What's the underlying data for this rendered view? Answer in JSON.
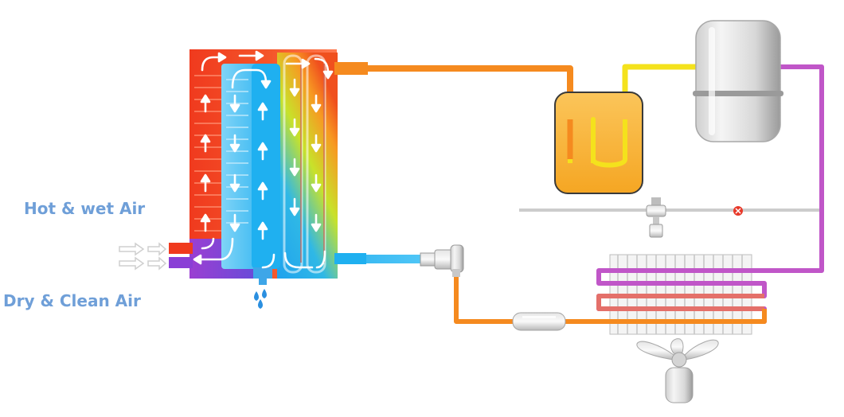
{
  "labels": {
    "hot_wet_air": "Hot & wet Air",
    "dry_clean_air": "Dry & Clean Air"
  },
  "colors": {
    "label_text": "#6f9fd8",
    "hot": "#f03a1e",
    "hot_pipe": "#f58a1f",
    "cold": "#1fb0f0",
    "dry_air": "#8a3fd6",
    "yellow_pipe": "#f4e21c",
    "purple_pipe": "#c056c8",
    "return_pipe": "#c8c8c8",
    "tank_fill": "#f9b233",
    "tank_stroke": "#333333",
    "silver": "#d7d7d7",
    "indicator": "#e8392a"
  },
  "components": [
    {
      "name": "heat-exchanger",
      "icon": "air-to-air-heat-exchanger"
    },
    {
      "name": "condensate-drain",
      "icon": "water-drops"
    },
    {
      "name": "heat-exchange-tank",
      "icon": "u-tube-vessel"
    },
    {
      "name": "receiver-tank",
      "icon": "cylinder-tank"
    },
    {
      "name": "expansion-valve",
      "icon": "valve"
    },
    {
      "name": "bypass-valve",
      "icon": "valve"
    },
    {
      "name": "filter-drier",
      "icon": "cylinder-filter"
    },
    {
      "name": "condenser",
      "icon": "finned-coil"
    },
    {
      "name": "condenser-fan",
      "icon": "fan"
    }
  ]
}
